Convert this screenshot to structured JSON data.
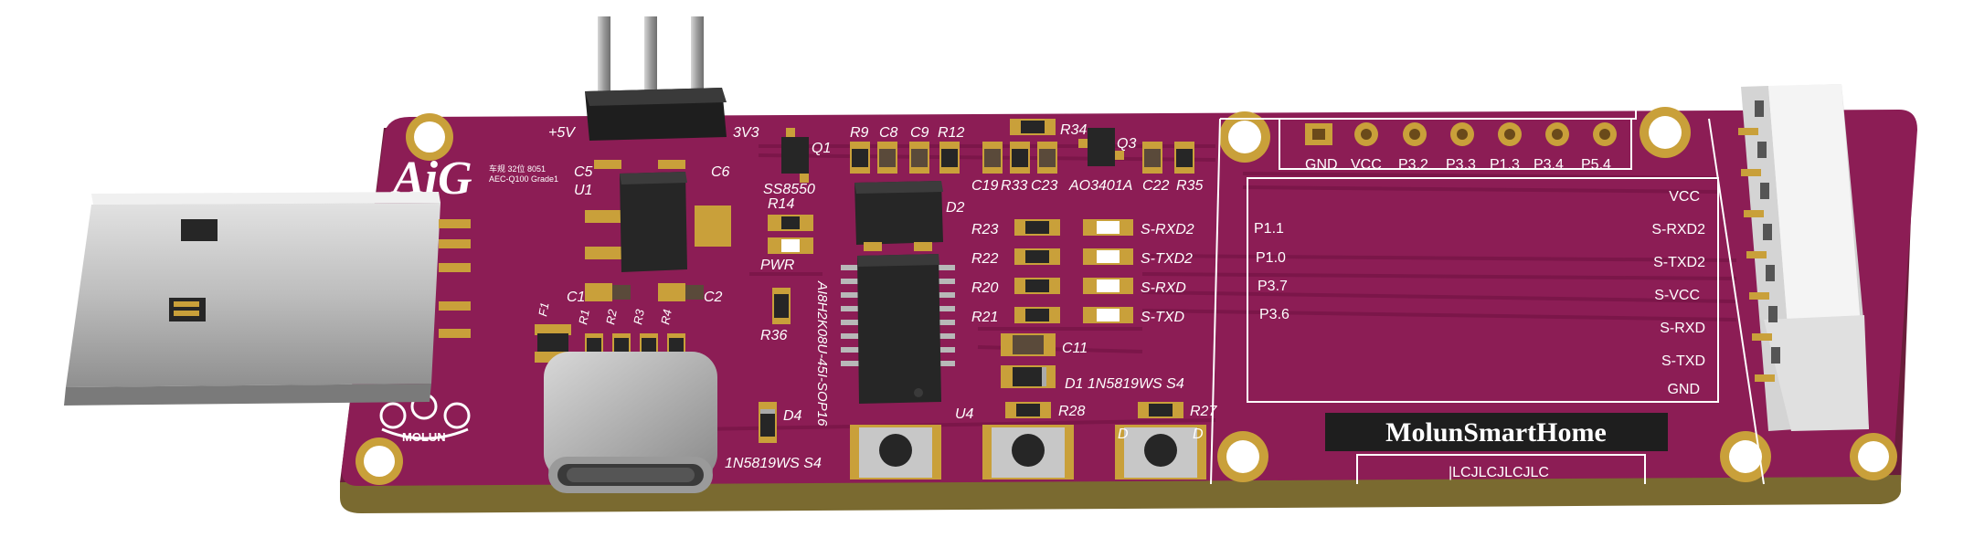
{
  "board": {
    "brand_logo": "AiG",
    "chip_label_lines": [
      "车规 32位 8051",
      "AEC-Q100 Grade1"
    ],
    "mfr_logo": "MOLUN",
    "product_name": "MolunSmartHome",
    "order_mark": "|LCJLCJLCJLC",
    "colors": {
      "pcb": "#8c1d55",
      "pcb_edge": "#6a1d3a",
      "gold": "#c9a03a",
      "ic": "#262626",
      "header_pin": "#b8b8b8",
      "connector": "#e9e9e9"
    }
  },
  "labels": {
    "plus5v": "+5V",
    "v3v3": "3V3",
    "c5": "C5",
    "c6": "C6",
    "u1": "U1",
    "q1": "Q1",
    "ss8550": "SS8550",
    "r14": "R14",
    "pwr": "PWR",
    "r9": "R9",
    "c8": "C8",
    "c9": "C9",
    "r12": "R12",
    "d2": "D2",
    "r34": "R34",
    "q3": "Q3",
    "c19": "C19",
    "r33": "R33",
    "c23": "C23",
    "ao3401a": "AO3401A",
    "c22": "C22",
    "r35": "R35",
    "c1": "C1",
    "c2": "C2",
    "r1": "R1",
    "r2": "R2",
    "r3": "R3",
    "r4": "R4",
    "f1": "F1",
    "r36": "R36",
    "u4_part": "AI8H2K08U-45I-SOP16",
    "u4": "U4",
    "r23": "R23",
    "r22": "R22",
    "r20": "R20",
    "r21": "R21",
    "c11": "C11",
    "d1_text": "D1 1N5819WS S4",
    "d4": "D4",
    "d4_part": "1N5819WS S4",
    "r28": "R28",
    "r27": "R27",
    "d_left": "D",
    "d_right": "D"
  },
  "led_labels": [
    "S-RXD2",
    "S-TXD2",
    "S-RXD",
    "S-TXD"
  ],
  "top_pins": [
    "GND",
    "VCC",
    "P3.2",
    "P3.3",
    "P1.3",
    "P3.4",
    "P5.4"
  ],
  "panel_left": [
    "P1.1",
    "P1.0",
    "P3.7",
    "P3.6"
  ],
  "panel_right": [
    "VCC",
    "S-RXD2",
    "S-TXD2",
    "S-VCC",
    "S-RXD",
    "S-TXD",
    "GND"
  ]
}
